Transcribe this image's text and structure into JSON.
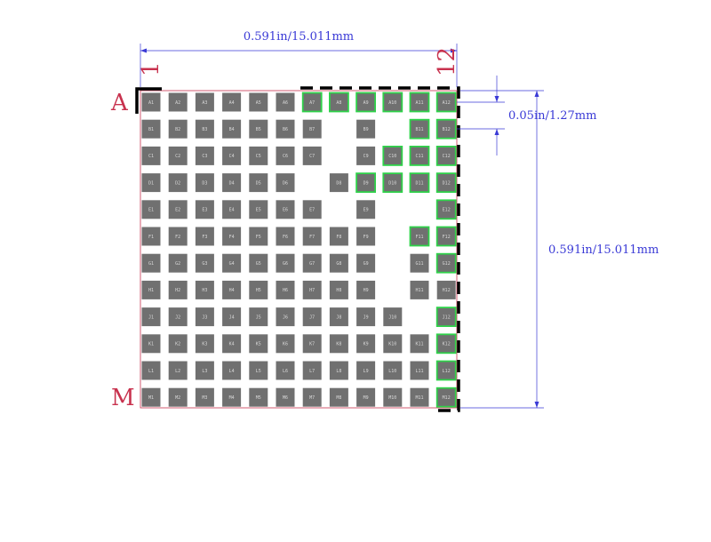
{
  "dimensions": {
    "width_label": "0.591in/15.011mm",
    "height_label": "0.591in/15.011mm",
    "pitch_label": "0.05in/1.27mm"
  },
  "corner_labels": {
    "col_first": "1",
    "col_last": "12",
    "row_first": "A",
    "row_last": "M"
  },
  "colors": {
    "pad": "#707070",
    "highlight": "#2fd24a",
    "dimension": "#3a3ad6",
    "outline": "#c8324e",
    "marker": "#000000"
  },
  "pads": [
    [
      "A1",
      "A2",
      "A3",
      "A4",
      "A5",
      "A6",
      "A7",
      "A8",
      "A9",
      "A10",
      "A11",
      "A12"
    ],
    [
      "B1",
      "B2",
      "B3",
      "B4",
      "B5",
      "B6",
      "B7",
      "",
      "B9",
      "",
      "B11",
      "B12"
    ],
    [
      "C1",
      "C2",
      "C3",
      "C4",
      "C5",
      "C6",
      "C7",
      "",
      "C9",
      "C10",
      "C11",
      "C12"
    ],
    [
      "D1",
      "D2",
      "D3",
      "D4",
      "D5",
      "D6",
      "",
      "D8",
      "D9",
      "D10",
      "D11",
      "D12"
    ],
    [
      "E1",
      "E2",
      "E3",
      "E4",
      "E5",
      "E6",
      "E7",
      "",
      "E9",
      "",
      "",
      "E12"
    ],
    [
      "F1",
      "F2",
      "F3",
      "F4",
      "F5",
      "F6",
      "F7",
      "F8",
      "F9",
      "",
      "F11",
      "F12"
    ],
    [
      "G1",
      "G2",
      "G3",
      "G4",
      "G5",
      "G6",
      "G7",
      "G8",
      "G9",
      "",
      "G11",
      "G12"
    ],
    [
      "H1",
      "H2",
      "H3",
      "H4",
      "H5",
      "H6",
      "H7",
      "H8",
      "H9",
      "",
      "H11",
      "H12"
    ],
    [
      "J1",
      "J2",
      "J3",
      "J4",
      "J5",
      "J6",
      "J7",
      "J8",
      "J9",
      "J10",
      "",
      "J12"
    ],
    [
      "K1",
      "K2",
      "K3",
      "K4",
      "K5",
      "K6",
      "K7",
      "K8",
      "K9",
      "K10",
      "K11",
      "K12"
    ],
    [
      "L1",
      "L2",
      "L3",
      "L4",
      "L5",
      "L6",
      "L7",
      "L8",
      "L9",
      "L10",
      "L11",
      "L12"
    ],
    [
      "M1",
      "M2",
      "M3",
      "M4",
      "M5",
      "M6",
      "M7",
      "M8",
      "M9",
      "M10",
      "M11",
      "M12"
    ]
  ],
  "highlighted": [
    "A7",
    "A8",
    "A9",
    "A10",
    "A11",
    "A12",
    "B11",
    "B12",
    "C10",
    "C11",
    "C12",
    "D9",
    "D10",
    "D11",
    "D12",
    "E12",
    "F11",
    "F12",
    "G12",
    "J12",
    "K12",
    "L12",
    "M12"
  ]
}
